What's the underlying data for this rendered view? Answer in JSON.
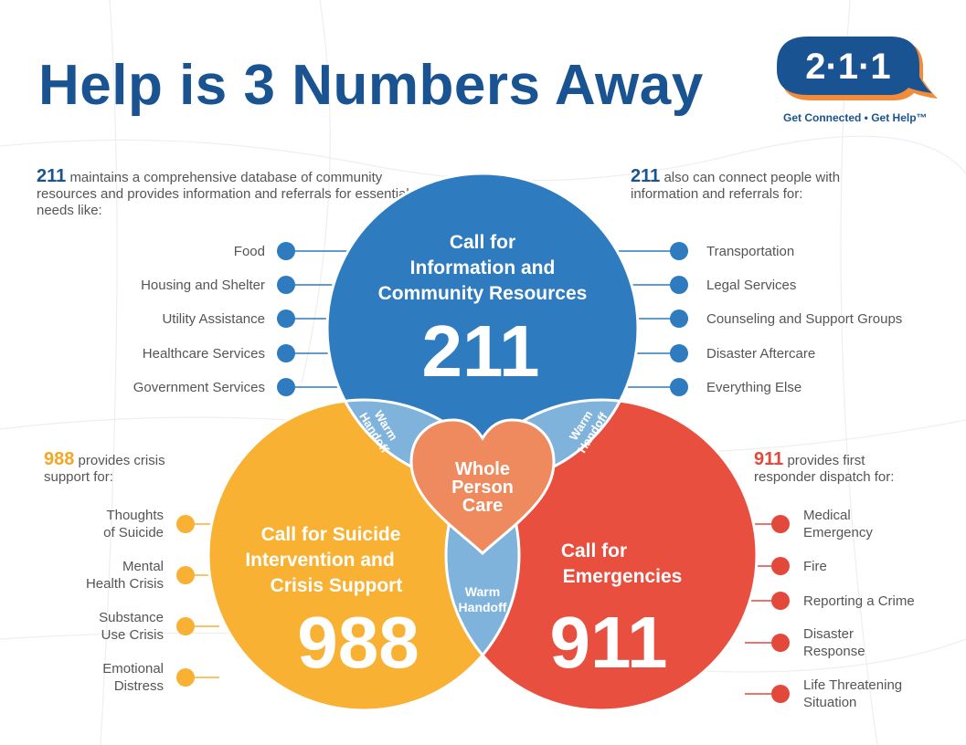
{
  "title": "Help is 3 Numbers Away",
  "logo": {
    "number": "2·1·1",
    "tagline": "Get Connected • Get Help™"
  },
  "intro_211_left": {
    "number": "211",
    "text": "maintains a comprehensive database of community resources and provides information and referrals for essential needs like:"
  },
  "intro_211_right": {
    "number": "211",
    "text": "also can connect people with information and referrals for:"
  },
  "intro_988": {
    "number": "988",
    "text": "provides crisis support for:"
  },
  "intro_911": {
    "number": "911",
    "text": "provides first responder dispatch for:"
  },
  "left_211_items": [
    "Food",
    "Housing and Shelter",
    "Utility Assistance",
    "Healthcare Services",
    "Government Services"
  ],
  "right_211_items": [
    "Transportation",
    "Legal Services",
    "Counseling and Support Groups",
    "Disaster Aftercare",
    "Everything Else"
  ],
  "items_988": [
    [
      "Thoughts",
      "of Suicide"
    ],
    [
      "Mental",
      "Health Crisis"
    ],
    [
      "Substance",
      "Use Crisis"
    ],
    [
      "Emotional",
      "Distress"
    ]
  ],
  "items_911": [
    [
      "Medical",
      "Emergency"
    ],
    [
      "Fire"
    ],
    [
      "Reporting a Crime"
    ],
    [
      "Disaster",
      "Response"
    ],
    [
      "Life Threatening",
      "Situation"
    ]
  ],
  "circle_211": {
    "heading": [
      "Call for",
      "Information and",
      "Community Resources"
    ],
    "number": "211"
  },
  "circle_988": {
    "heading": [
      "Call for Suicide",
      "Intervention and",
      "Crisis Support"
    ],
    "number": "988"
  },
  "circle_911": {
    "heading": [
      "Call for",
      "Emergencies"
    ],
    "number": "911"
  },
  "overlaps": {
    "left": [
      "Warm",
      "Handoff"
    ],
    "right": [
      "Warm",
      "Handoff"
    ],
    "bottom": [
      "Warm",
      "Handoff"
    ]
  },
  "center": [
    "Whole",
    "Person",
    "Care"
  ],
  "colors": {
    "brand_blue": "#1a5391",
    "circle_blue": "#2e7bbf",
    "circle_orange": "#f8b133",
    "circle_red": "#e84f3f",
    "overlap_light_blue": "#7fb3dc",
    "heart": "#ef8a5f",
    "dot_blue": "#2e7bbf",
    "dot_orange": "#f8b133",
    "dot_red": "#e2493a"
  }
}
